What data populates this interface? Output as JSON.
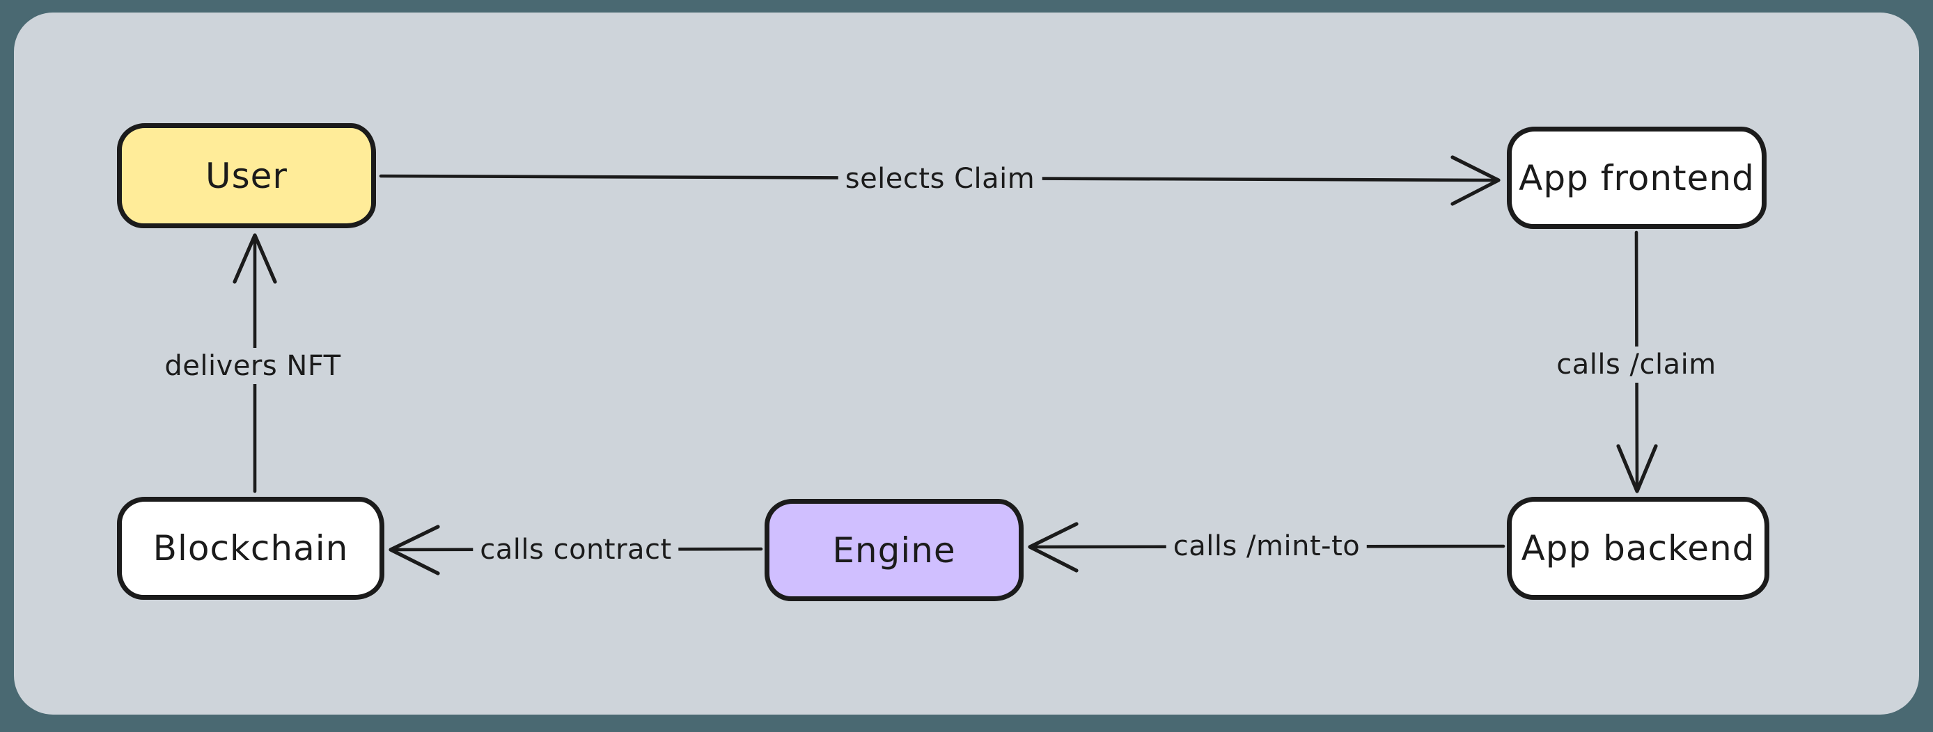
{
  "diagram": {
    "style": "hand-drawn flowchart",
    "frame_background": "#4a6972",
    "canvas_background": "#ced4da",
    "stroke_color": "#1b1b1b"
  },
  "nodes": [
    {
      "id": "user",
      "label": "User",
      "fill": "#ffec99"
    },
    {
      "id": "app-frontend",
      "label": "App frontend",
      "fill": "#ffffff"
    },
    {
      "id": "app-backend",
      "label": "App backend",
      "fill": "#ffffff"
    },
    {
      "id": "engine",
      "label": "Engine",
      "fill": "#d0bfff"
    },
    {
      "id": "blockchain",
      "label": "Blockchain",
      "fill": "#ffffff"
    }
  ],
  "edges": [
    {
      "from": "user",
      "to": "app-frontend",
      "label": "selects Claim",
      "direction": "right"
    },
    {
      "from": "app-frontend",
      "to": "app-backend",
      "label": "calls /claim",
      "direction": "down"
    },
    {
      "from": "app-backend",
      "to": "engine",
      "label": "calls /mint-to",
      "direction": "left"
    },
    {
      "from": "engine",
      "to": "blockchain",
      "label": "calls contract",
      "direction": "left"
    },
    {
      "from": "blockchain",
      "to": "user",
      "label": "delivers NFT",
      "direction": "up"
    }
  ]
}
